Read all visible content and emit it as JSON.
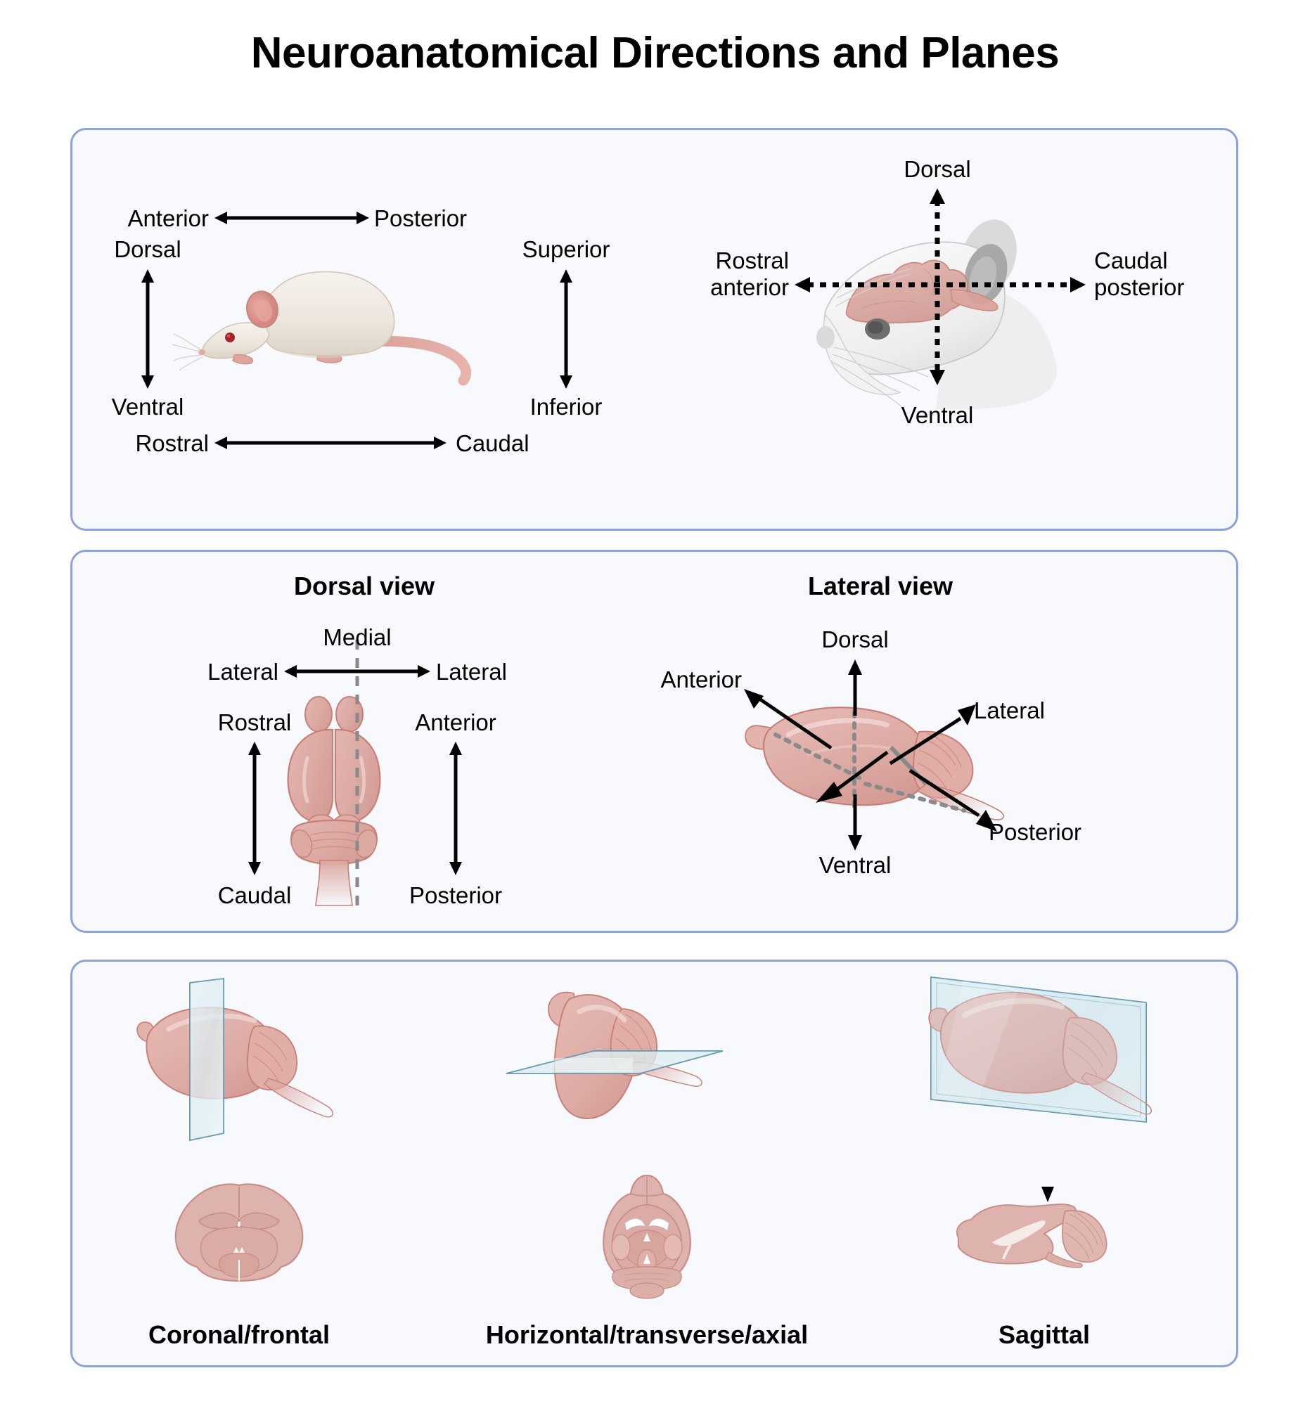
{
  "title": "Neuroanatomical Directions and Planes",
  "panels": {
    "directions": {
      "mouse_body": {
        "anterior": "Anterior",
        "posterior": "Posterior",
        "dorsal": "Dorsal",
        "ventral": "Ventral",
        "superior": "Superior",
        "inferior": "Inferior",
        "rostral": "Rostral",
        "caudal": "Caudal"
      },
      "mouse_head": {
        "dorsal": "Dorsal",
        "ventral": "Ventral",
        "rostral_anterior": "Rostral\nanterior",
        "caudal_posterior": "Caudal\nposterior"
      }
    },
    "views": {
      "dorsal_view": {
        "heading": "Dorsal view",
        "medial": "Medial",
        "lateral_left": "Lateral",
        "lateral_right": "Lateral",
        "rostral": "Rostral",
        "caudal": "Caudal",
        "anterior": "Anterior",
        "posterior": "Posterior"
      },
      "lateral_view": {
        "heading": "Lateral view",
        "dorsal": "Dorsal",
        "ventral": "Ventral",
        "anterior": "Anterior",
        "posterior": "Posterior",
        "lateral": "Lateral"
      }
    },
    "planes": {
      "coronal": "Coronal/frontal",
      "horizontal": "Horizontal/transverse/axial",
      "sagittal": "Sagittal"
    }
  },
  "colors": {
    "panel_border": "#8ea2d8",
    "panel_fill": "#f7f9fd",
    "brain_fill": "#e0b3ae",
    "brain_stroke": "#c97f78",
    "plane_glass": "#dcecf2",
    "plane_edge": "#5b93ab",
    "mouse_body": "#efe9e2",
    "mouse_pink": "#dd9d96",
    "arrow": "#000000",
    "guide": "#8a8a8a"
  }
}
